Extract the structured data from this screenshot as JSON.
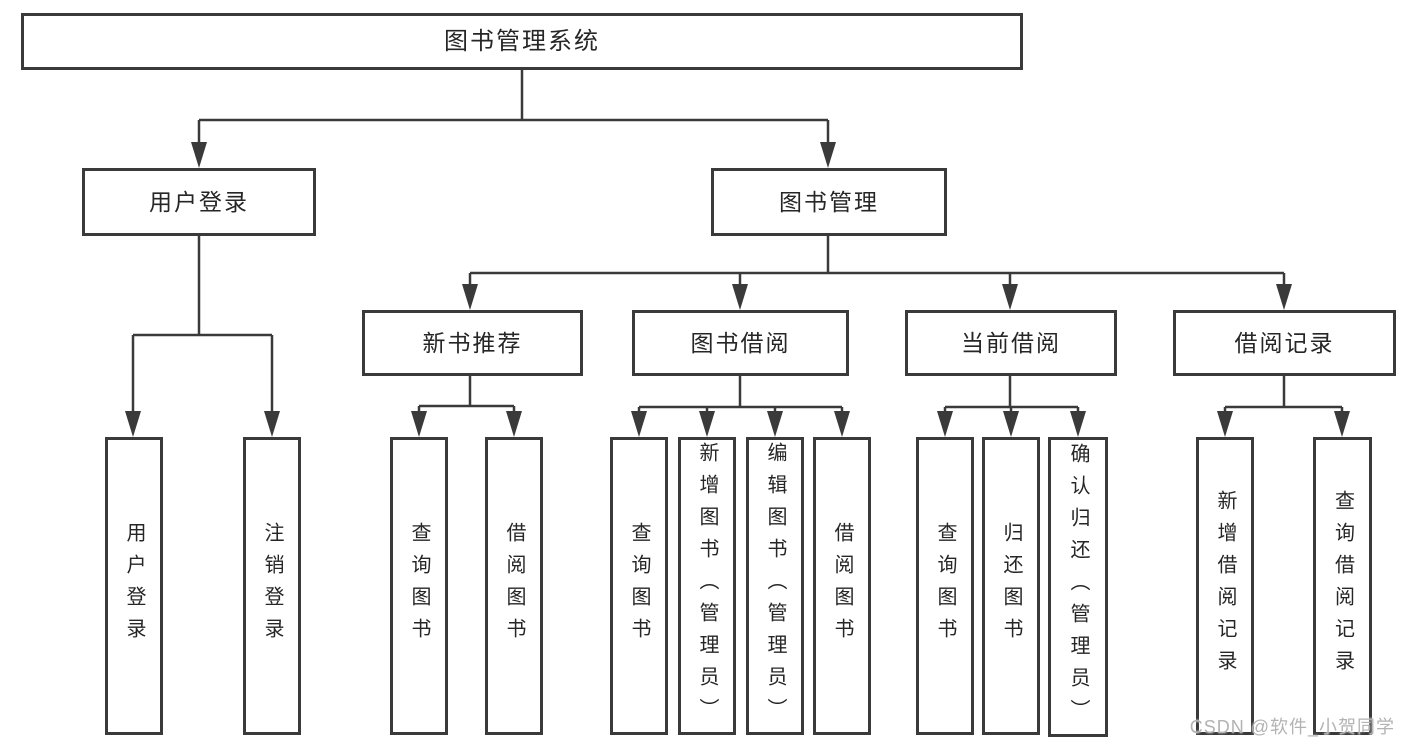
{
  "colors": {
    "line": "#3a3a3a",
    "box_border": "#3a3a3a",
    "box_fill": "#ffffff",
    "text": "#262626",
    "watermark": "#b3b3b3",
    "background": "#ffffff"
  },
  "tree": {
    "root": {
      "label": "图书管理系统"
    },
    "children": [
      {
        "label": "用户登录",
        "children": [
          {
            "label": "用户登录"
          },
          {
            "label": "注销登录"
          }
        ]
      },
      {
        "label": "图书管理",
        "children": [
          {
            "label": "新书推荐",
            "children": [
              {
                "label": "查询图书"
              },
              {
                "label": "借阅图书"
              }
            ]
          },
          {
            "label": "图书借阅",
            "children": [
              {
                "label": "查询图书"
              },
              {
                "label": "新增图书（管理员）"
              },
              {
                "label": "编辑图书（管理员）"
              },
              {
                "label": "借阅图书"
              }
            ]
          },
          {
            "label": "当前借阅",
            "children": [
              {
                "label": "查询图书"
              },
              {
                "label": "归还图书"
              },
              {
                "label": "确认归还（管理员）"
              }
            ]
          },
          {
            "label": "借阅记录",
            "children": [
              {
                "label": "新增借阅记录"
              },
              {
                "label": "查询借阅记录"
              }
            ]
          }
        ]
      }
    ]
  },
  "watermark": {
    "text": "CSDN @软件_小贺同学"
  }
}
